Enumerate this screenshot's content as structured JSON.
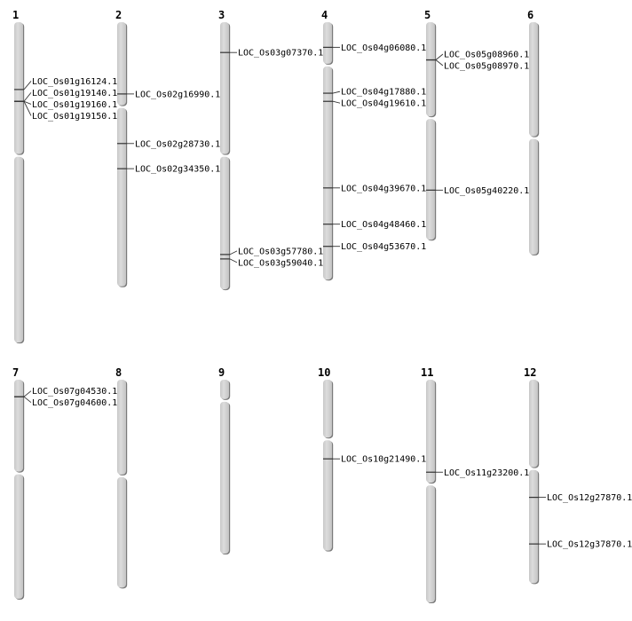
{
  "chart_data": {
    "type": "diagram",
    "units": "Mb",
    "colors": {
      "chromosome": "#d3d3d3",
      "shadow": "#7a7a7a",
      "tick": "#333333"
    },
    "chromosomes": [
      {
        "name": "1",
        "length": 43.3,
        "centromere": 18.0,
        "genes": [
          {
            "id": "LOC_Os01g16124.1",
            "pos": 9.1
          },
          {
            "id": "LOC_Os01g19140.1",
            "pos": 10.7
          },
          {
            "id": "LOC_Os01g19160.1",
            "pos": 10.7
          },
          {
            "id": "LOC_Os01g19150.1",
            "pos": 10.7
          }
        ]
      },
      {
        "name": "2",
        "length": 35.7,
        "centromere": 11.4,
        "genes": [
          {
            "id": "LOC_Os02g16990.1",
            "pos": 9.7
          },
          {
            "id": "LOC_Os02g28730.1",
            "pos": 16.4
          },
          {
            "id": "LOC_Os02g34350.1",
            "pos": 19.8
          }
        ]
      },
      {
        "name": "3",
        "length": 36.1,
        "centromere": 18.0,
        "genes": [
          {
            "id": "LOC_Os03g07370.1",
            "pos": 4.1
          },
          {
            "id": "LOC_Os03g57780.1",
            "pos": 31.4
          },
          {
            "id": "LOC_Os03g59040.1",
            "pos": 32.0
          }
        ]
      },
      {
        "name": "4",
        "length": 34.8,
        "centromere": 5.8,
        "genes": [
          {
            "id": "LOC_Os04g06080.1",
            "pos": 3.4
          },
          {
            "id": "LOC_Os04g17880.1",
            "pos": 9.6
          },
          {
            "id": "LOC_Os04g19610.1",
            "pos": 10.7
          },
          {
            "id": "LOC_Os04g39670.1",
            "pos": 22.4
          },
          {
            "id": "LOC_Os04g48460.1",
            "pos": 27.3
          },
          {
            "id": "LOC_Os04g53670.1",
            "pos": 30.3
          }
        ]
      },
      {
        "name": "5",
        "length": 29.4,
        "centromere": 12.9,
        "genes": [
          {
            "id": "LOC_Os05g08960.1",
            "pos": 5.1
          },
          {
            "id": "LOC_Os05g08970.1",
            "pos": 5.1
          },
          {
            "id": "LOC_Os05g40220.1",
            "pos": 22.7
          }
        ]
      },
      {
        "name": "6",
        "length": 31.4,
        "centromere": 15.6,
        "genes": []
      },
      {
        "name": "7",
        "length": 29.6,
        "centromere": 12.6,
        "genes": [
          {
            "id": "LOC_Os07g04530.1",
            "pos": 2.3
          },
          {
            "id": "LOC_Os07g04600.1",
            "pos": 2.3
          }
        ]
      },
      {
        "name": "8",
        "length": 28.1,
        "centromere": 13.0,
        "genes": []
      },
      {
        "name": "9",
        "length": 23.5,
        "centromere": 2.8,
        "genes": []
      },
      {
        "name": "10",
        "length": 23.1,
        "centromere": 8.0,
        "genes": [
          {
            "id": "LOC_Os10g21490.1",
            "pos": 10.7
          }
        ]
      },
      {
        "name": "11",
        "length": 30.1,
        "centromere": 14.1,
        "genes": [
          {
            "id": "LOC_Os11g23200.1",
            "pos": 12.5
          }
        ]
      },
      {
        "name": "12",
        "length": 27.5,
        "centromere": 12.0,
        "genes": [
          {
            "id": "LOC_Os12g27870.1",
            "pos": 15.9
          },
          {
            "id": "LOC_Os12g37870.1",
            "pos": 22.2
          }
        ]
      }
    ]
  }
}
